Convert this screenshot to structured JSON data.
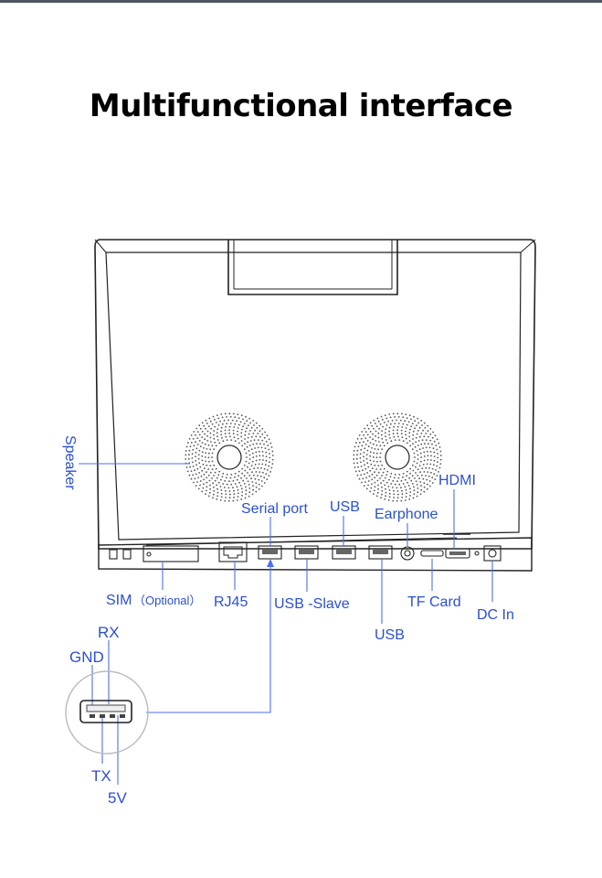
{
  "title": "Multifunctional interface",
  "colors": {
    "label": "#2a4fd6",
    "line": "#4a6ff0",
    "device": "#222222"
  },
  "labels": {
    "speaker": "Speaker",
    "serial_port": "Serial port",
    "usb_top": "USB",
    "earphone": "Earphone",
    "hdmi": "HDMI",
    "sim": "SIM",
    "sim_optional": "（Optional）",
    "rj45": "RJ45",
    "usb_slave": "USB -Slave",
    "tf_card": "TF Card",
    "dc_in": "DC In",
    "usb_bottom": "USB"
  },
  "pins": {
    "rx": "RX",
    "gnd": "GND",
    "tx": "TX",
    "v5": "5V"
  }
}
